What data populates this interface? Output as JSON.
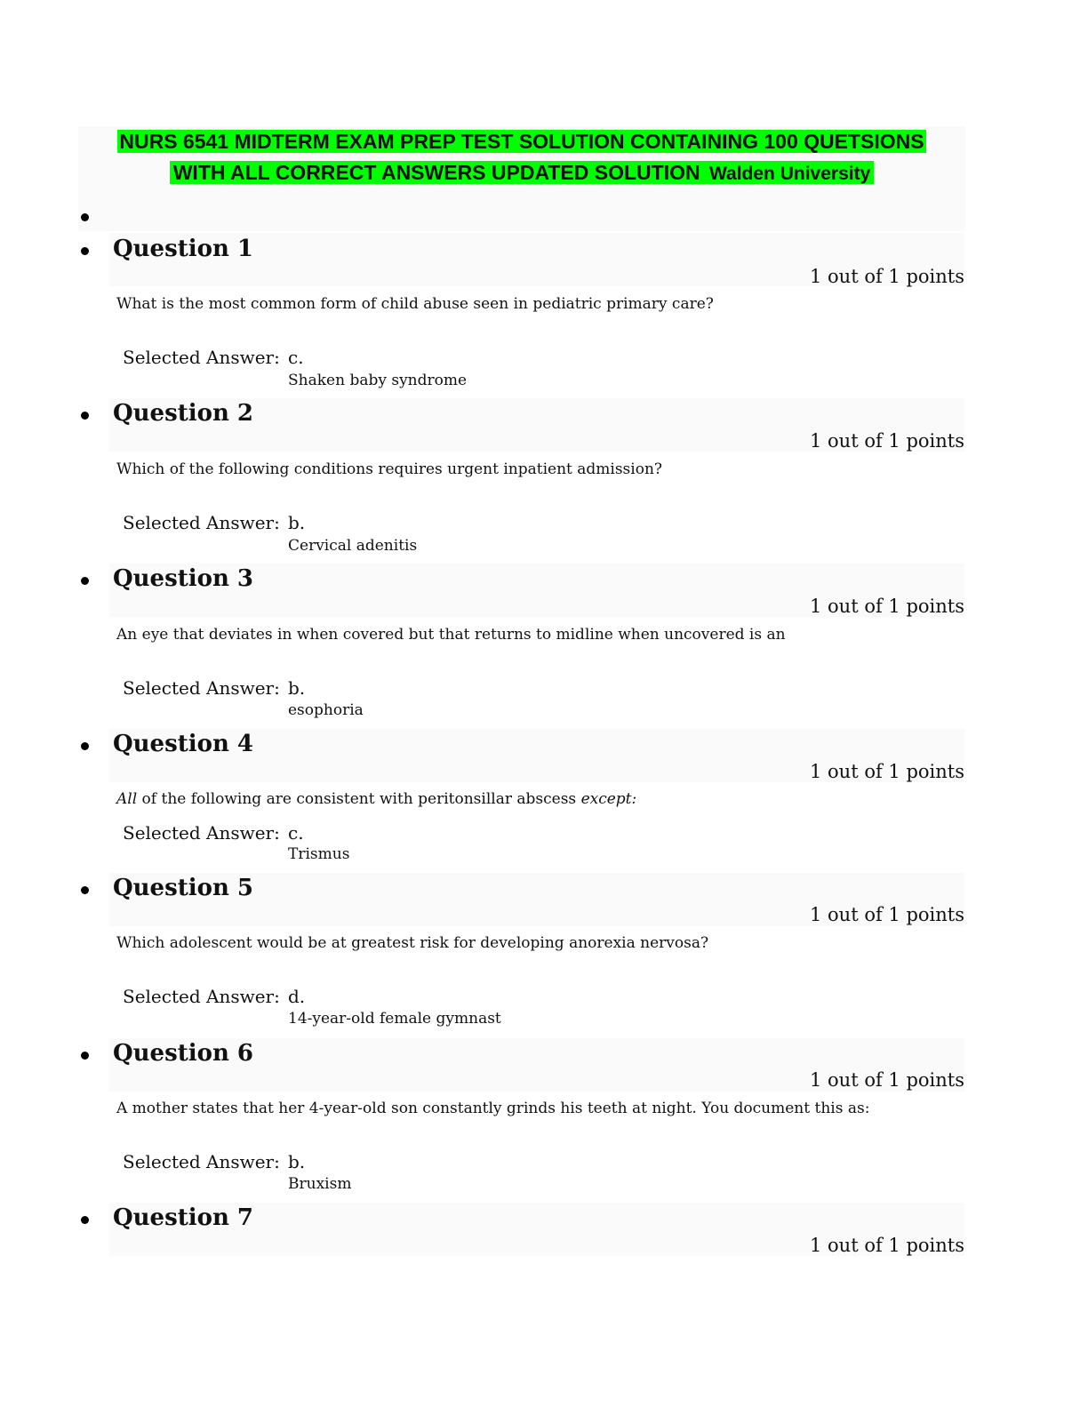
{
  "document": {
    "title_line1": "NURS 6541 MIDTERM EXAM PREP TEST SOLUTION CONTAINING 100 QUETSIONS",
    "title_line2": "WITH ALL CORRECT ANSWERS UPDATED SOLUTION",
    "university": "Walden University"
  },
  "selected_answer_label": "Selected Answer:",
  "questions": [
    {
      "title": "Question 1",
      "points": "1 out of 1 points",
      "text": "What is the most common form of child abuse seen in pediatric primary care?",
      "answer_letter": "c.",
      "answer_text": "Shaken baby syndrome"
    },
    {
      "title": "Question 2",
      "points": "1 out of 1 points",
      "text": "Which of the following conditions requires urgent inpatient admission?",
      "answer_letter": "b.",
      "answer_text": "Cervical adenitis"
    },
    {
      "title": "Question 3",
      "points": "1 out of 1 points",
      "text": "An eye that deviates in when covered but that returns to midline when uncovered is an",
      "answer_letter": "b.",
      "answer_text": "esophoria"
    },
    {
      "title": "Question 4",
      "points": "1 out of 1 points",
      "text_part1": "All",
      "text_part2": " of the following are consistent with peritonsillar abscess ",
      "text_part3": "except:",
      "answer_letter": "c.",
      "answer_text": "Trismus"
    },
    {
      "title": "Question 5",
      "points": "1 out of 1 points",
      "text": "Which adolescent would be at greatest risk for developing anorexia nervosa?",
      "answer_letter": "d.",
      "answer_text": "14-year-old female gymnast"
    },
    {
      "title": "Question 6",
      "points": "1 out of 1 points",
      "text": "A mother states that her 4-year-old son constantly grinds his teeth at night. You document this as:",
      "answer_letter": "b.",
      "answer_text": "Bruxism"
    },
    {
      "title": "Question 7",
      "points": "1 out of 1 points"
    }
  ]
}
